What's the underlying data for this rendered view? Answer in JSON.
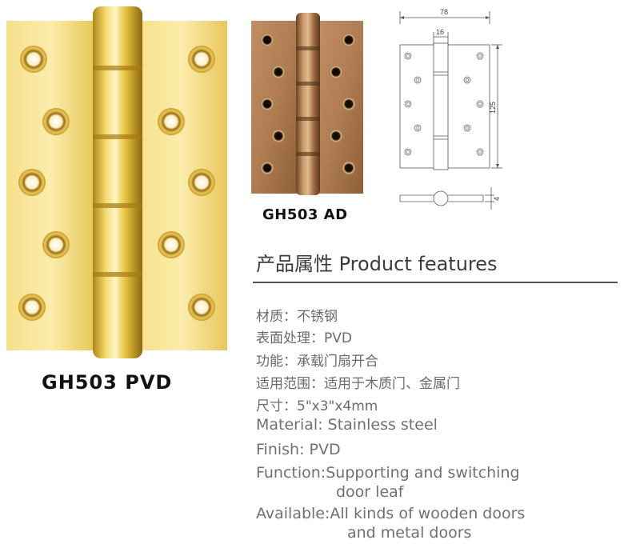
{
  "products": [
    {
      "caption": "GH503 PVD"
    },
    {
      "caption": "GH503 AD"
    }
  ],
  "drawing": {
    "width_label": "78",
    "knuckle_label": "16",
    "height_label": "125",
    "thickness_label": "4"
  },
  "section": {
    "title": "产品属性 Product features"
  },
  "specs_cn": [
    "材质：不锈钢",
    "表面处理：PVD",
    "功能：承载门扇开合",
    "适用范围：适用于木质门、金属门",
    "尺寸：5\"x3\"x4mm"
  ],
  "specs_en": {
    "material": "Material: Stainless steel",
    "finish": "Finish: PVD",
    "function_line1": "Function:Supporting and switching",
    "function_line2": "door leaf",
    "available_line1": "Available:All kinds of wooden doors",
    "available_line2": "and metal doors"
  },
  "colors": {
    "gold": "#e8c64e",
    "antique_bronze": "#a9764a",
    "text_gray": "#6a6a6a"
  }
}
